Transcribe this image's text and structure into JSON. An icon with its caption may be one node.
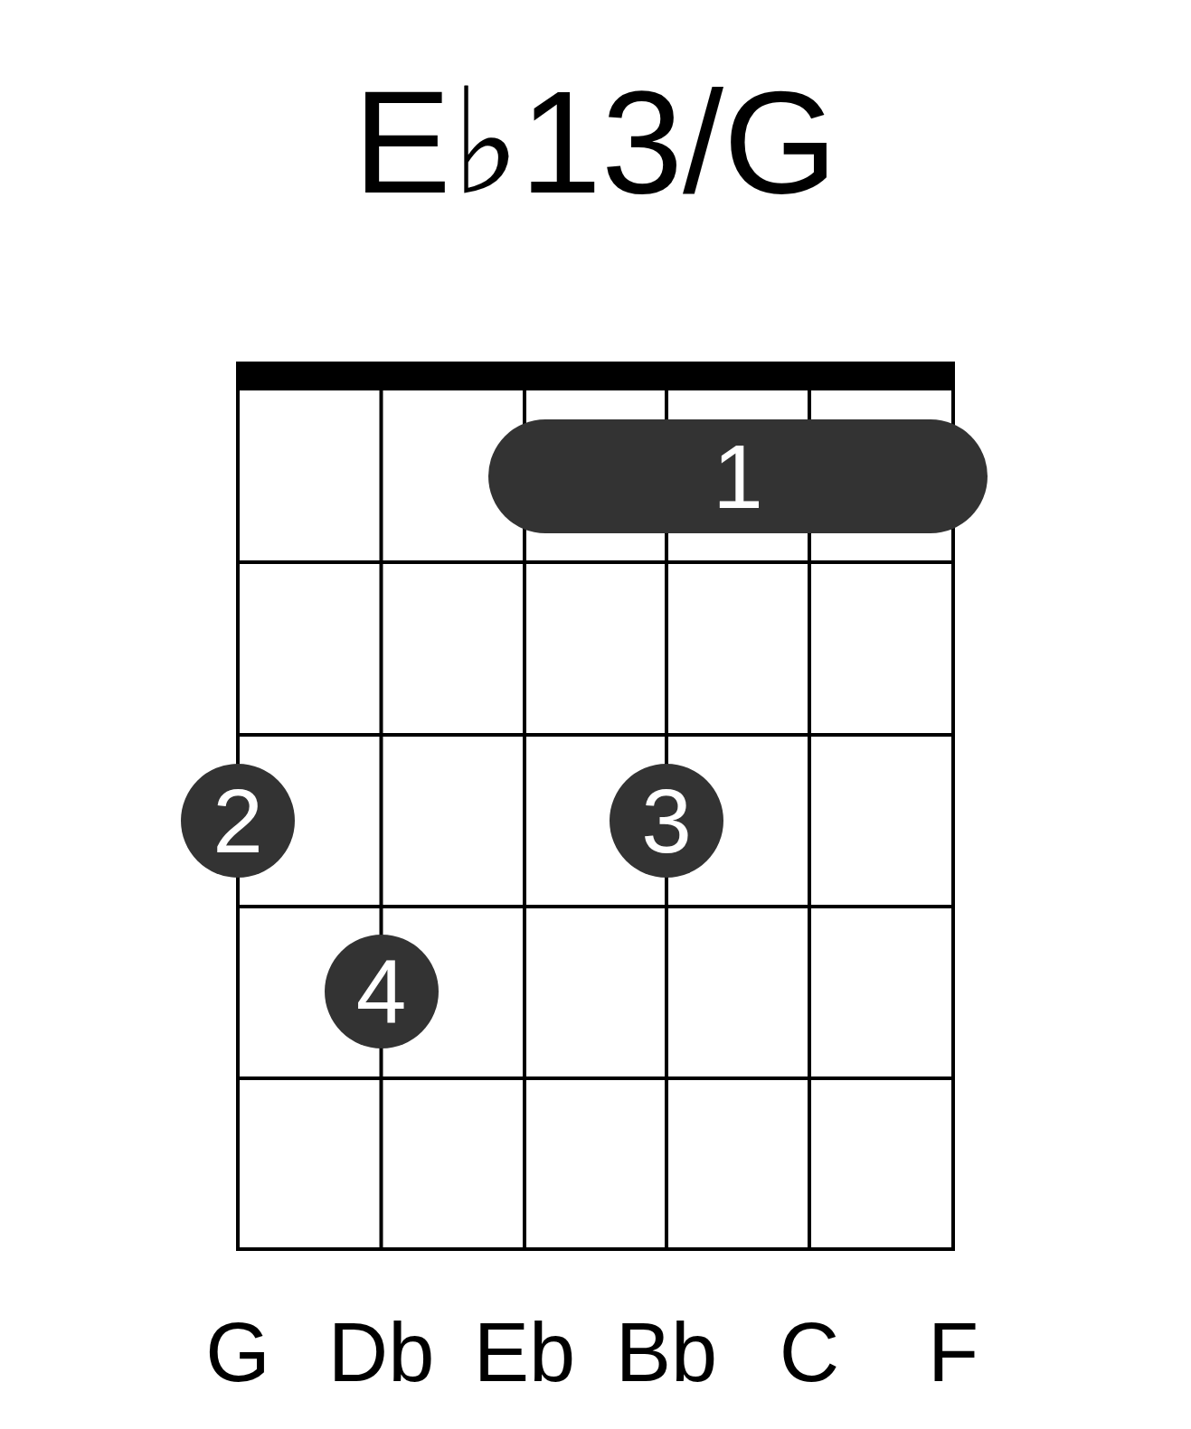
{
  "diagram": {
    "title": "E♭13/G",
    "nodes": [
      {
        "text": [
          "1"
        ]
      },
      {
        "text": [
          "2"
        ]
      },
      {
        "text": [
          "3"
        ]
      },
      {
        "text": [
          "4"
        ]
      }
    ],
    "labels": [
      "G",
      "Db",
      "Eb",
      "Bb",
      "C",
      "F"
    ]
  }
}
